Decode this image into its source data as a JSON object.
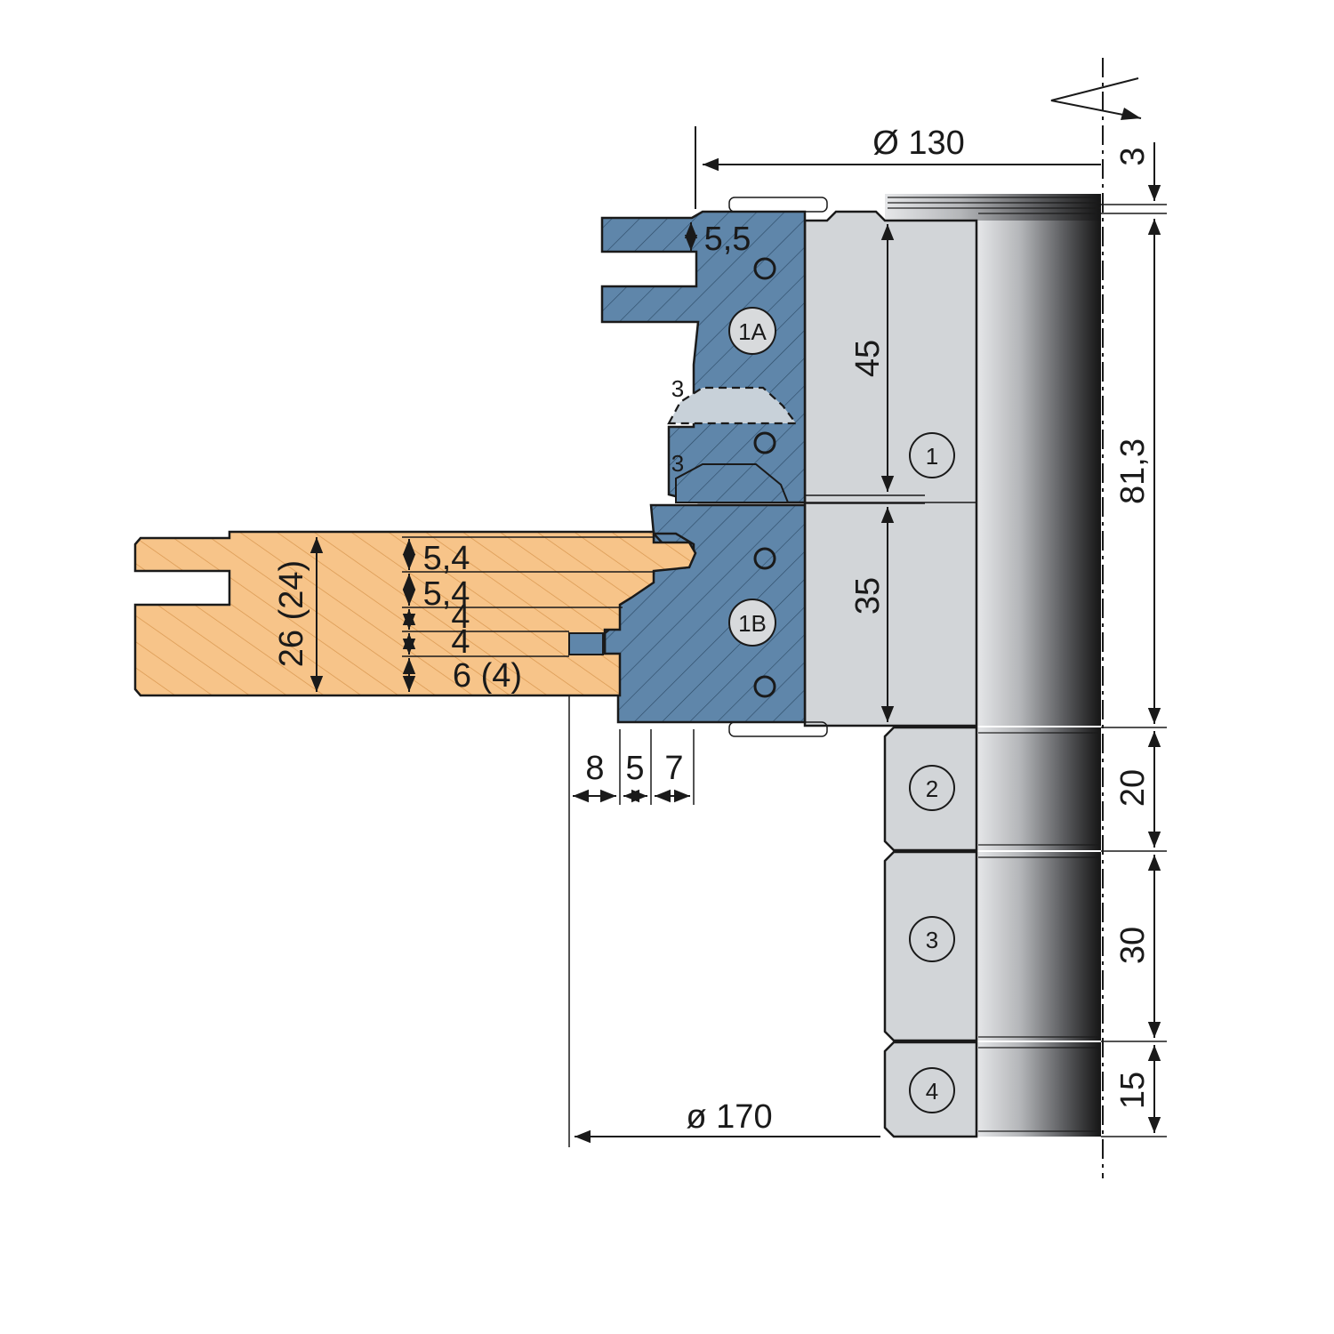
{
  "colors": {
    "wood": "#f7c489",
    "wood_grain": "#d8964e",
    "steel_blue": "#5f86aa",
    "knife_gray": "#d2d5d8",
    "line": "#1a1a1a",
    "circle_fill": "#d8dadc"
  },
  "dimensions": {
    "top_diameter": "Ø 130",
    "bottom_diameter": "ø 170",
    "right_3": "3",
    "right_81_3": "81,3",
    "right_20": "20",
    "right_30": "30",
    "right_15": "15",
    "knife_45": "45",
    "knife_35": "35",
    "groove_5_5": "5,5",
    "profile_3_upper": "3",
    "profile_3_lower": "3",
    "wood_thickness": "26 (24)",
    "wood_5_4_a": "5,4",
    "wood_5_4_b": "5,4",
    "wood_4_a": "4",
    "wood_4_b": "4",
    "wood_6_4": "6 (4)",
    "bottom_8": "8",
    "bottom_5": "5",
    "bottom_7": "7"
  },
  "parts": {
    "p1": "1",
    "p1a": "1A",
    "p1b": "1B",
    "p2": "2",
    "p3": "3",
    "p4": "4"
  }
}
